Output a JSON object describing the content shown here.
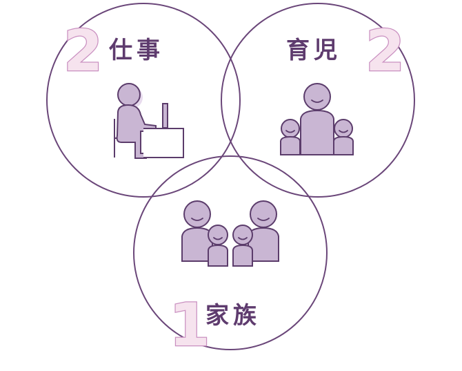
{
  "colors": {
    "outline": "#6a4679",
    "figure_fill": "#c9b6d3",
    "label_text": "#5e3b6e",
    "number_fill": "#f6e3ee",
    "number_stroke": "#c98fc0"
  },
  "groups": [
    {
      "id": "work",
      "number": "2",
      "label": "仕事",
      "icon": "person-at-desk-icon"
    },
    {
      "id": "childcare",
      "number": "2",
      "label": "育児",
      "icon": "adult-with-children-icon"
    },
    {
      "id": "family",
      "number": "1",
      "label": "家族",
      "icon": "family-icon"
    }
  ]
}
